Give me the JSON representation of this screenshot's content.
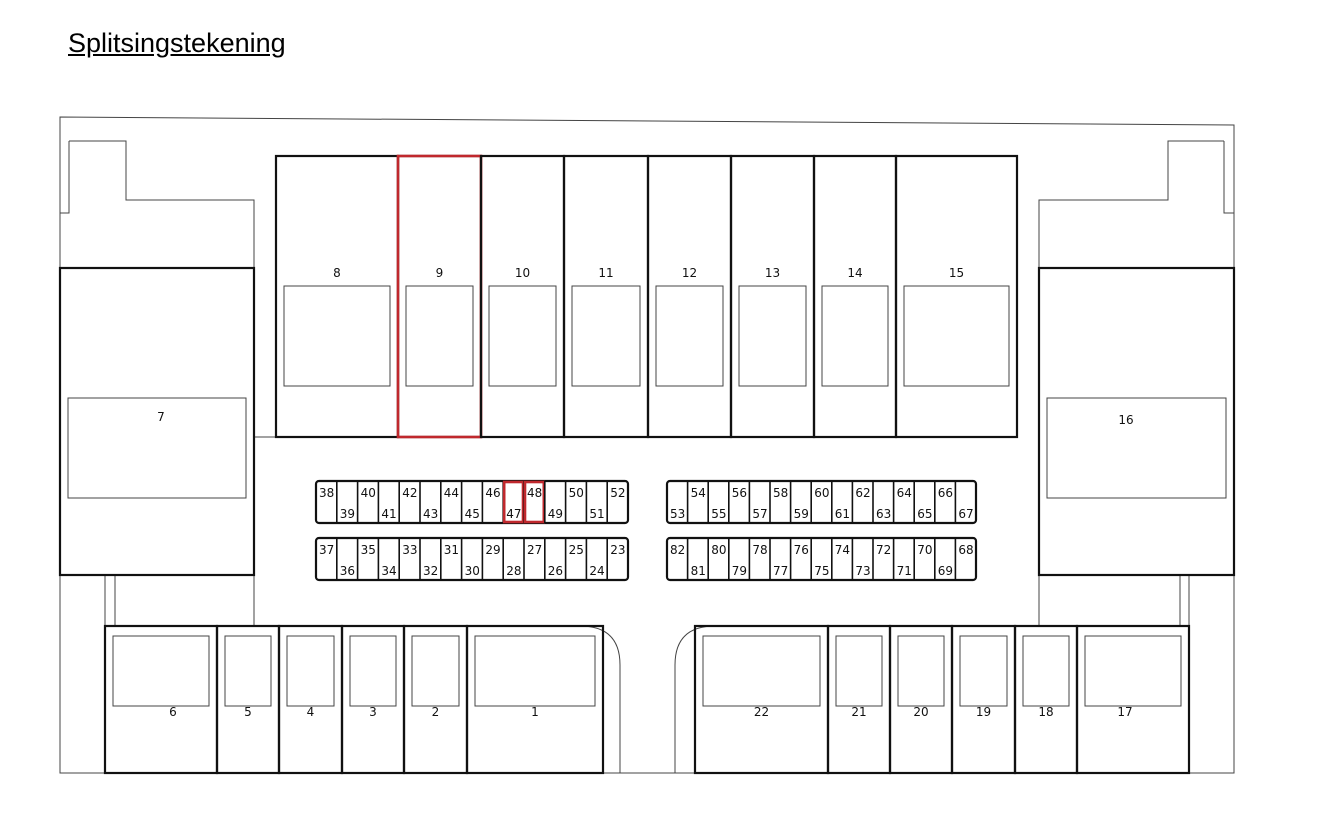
{
  "title": "Splitsingstekening",
  "highlight_color": "#c0282d",
  "highlighted": [
    "9",
    "47",
    "48"
  ],
  "units_top": [
    "8",
    "9",
    "10",
    "11",
    "12",
    "13",
    "14",
    "15"
  ],
  "units_side": [
    "7",
    "16"
  ],
  "units_bottom_left": [
    "6",
    "5",
    "4",
    "3",
    "2",
    "1"
  ],
  "units_bottom_right": [
    "22",
    "21",
    "20",
    "19",
    "18",
    "17"
  ],
  "parking": {
    "row_top_left": [
      "38",
      "39",
      "40",
      "41",
      "42",
      "43",
      "44",
      "45",
      "46",
      "47",
      "48",
      "49",
      "50",
      "51",
      "52"
    ],
    "row_bottom_left": [
      "37",
      "36",
      "35",
      "34",
      "33",
      "32",
      "31",
      "30",
      "29",
      "28",
      "27",
      "26",
      "25",
      "24",
      "23"
    ],
    "row_top_right": [
      "53",
      "54",
      "55",
      "56",
      "57",
      "58",
      "59",
      "60",
      "61",
      "62",
      "63",
      "64",
      "65",
      "66",
      "67"
    ],
    "row_bottom_right": [
      "82",
      "81",
      "80",
      "79",
      "78",
      "77",
      "76",
      "75",
      "74",
      "73",
      "72",
      "71",
      "70",
      "69",
      "68"
    ]
  }
}
